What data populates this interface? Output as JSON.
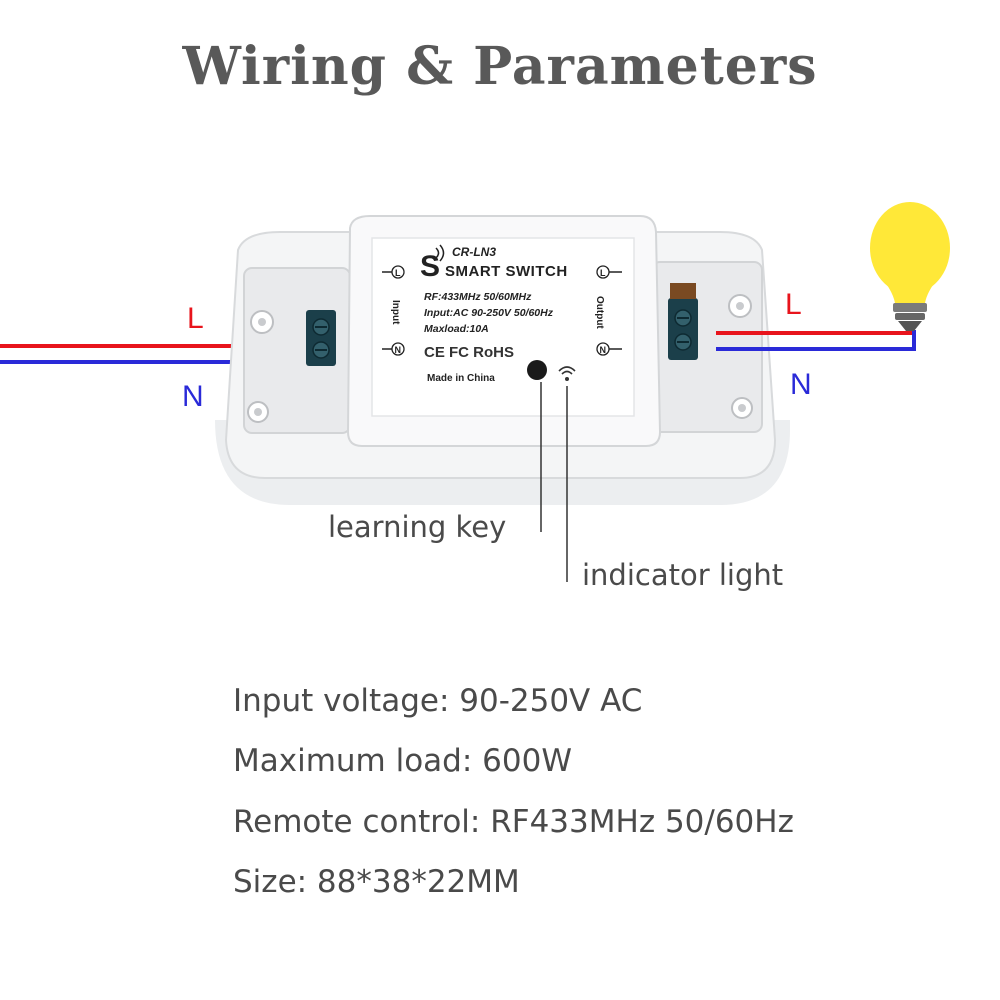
{
  "title": "Wiring & Parameters",
  "wires": {
    "left_l": "L",
    "left_n": "N",
    "right_l": "L",
    "right_n": "N",
    "live_color": "#e8141c",
    "neutral_color": "#2a2ad8"
  },
  "device": {
    "model": "CR-LN3",
    "name": "SMART SWITCH",
    "spec_rf": "RF:433MHz 50/60MHz",
    "spec_input": "Input:AC 90-250V 50/60Hz",
    "spec_load": "Maxload:10A",
    "certs": "CE FC RoHS",
    "origin": "Made in China",
    "input_side": "Input",
    "output_side": "Output",
    "terminal_l": "L",
    "terminal_n": "N"
  },
  "callouts": {
    "learning_key": "learning key",
    "indicator_light": "indicator light"
  },
  "params": [
    "Input voltage: 90-250V AC",
    "Maximum load: 600W",
    "Remote control: RF433MHz 50/60Hz",
    "Size: 88*38*22MM"
  ],
  "bulb_color": "#ffe838"
}
